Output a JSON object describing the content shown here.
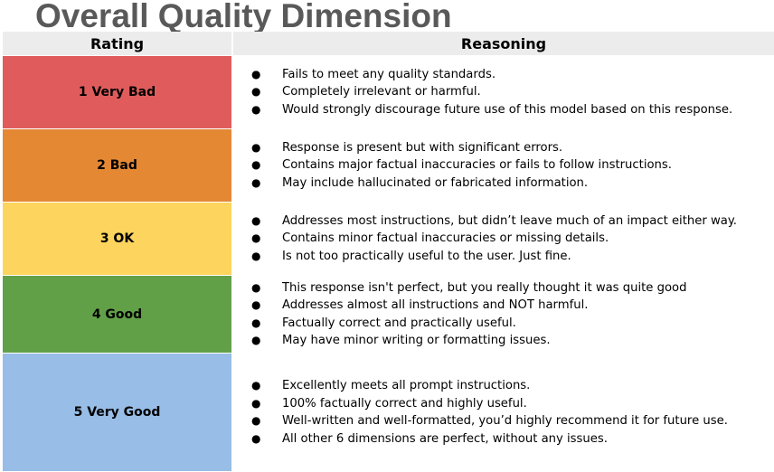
{
  "title": "Overall Quality Dimension",
  "headers": {
    "rating": "Rating",
    "reasoning": "Reasoning"
  },
  "bullet_glyph": "●",
  "rows": [
    {
      "rating": "1 Very Bad",
      "color": "#e05c5c",
      "reasons": [
        "Fails to meet any quality standards.",
        "Completely irrelevant or harmful.",
        "Would strongly discourage future use of this model based on this response."
      ]
    },
    {
      "rating": "2 Bad",
      "color": "#e48834",
      "reasons": [
        "Response is present but with significant errors.",
        "Contains major factual inaccuracies or fails to follow instructions.",
        "May include hallucinated or fabricated information."
      ]
    },
    {
      "rating": "3 OK",
      "color": "#fdd45d",
      "reasons": [
        "Addresses most instructions, but didn’t leave much of an impact either way.",
        "Contains minor factual inaccuracies or missing details.",
        "Is not too practically useful to the user. Just fine."
      ]
    },
    {
      "rating": "4 Good",
      "color": "#62a048",
      "reasons": [
        "This response isn't perfect, but you really thought it was quite good",
        "Addresses almost all instructions and NOT harmful.",
        "Factually correct and practically useful.",
        "May have minor writing or formatting issues."
      ]
    },
    {
      "rating": "5 Very Good",
      "color": "#98bde6",
      "reasons": [
        "Excellently meets all prompt instructions.",
        "100% factually correct and highly useful.",
        "Well-written and well-formatted, you’d highly recommend it for future use.",
        "All other 6 dimensions are perfect, without any issues."
      ]
    }
  ]
}
